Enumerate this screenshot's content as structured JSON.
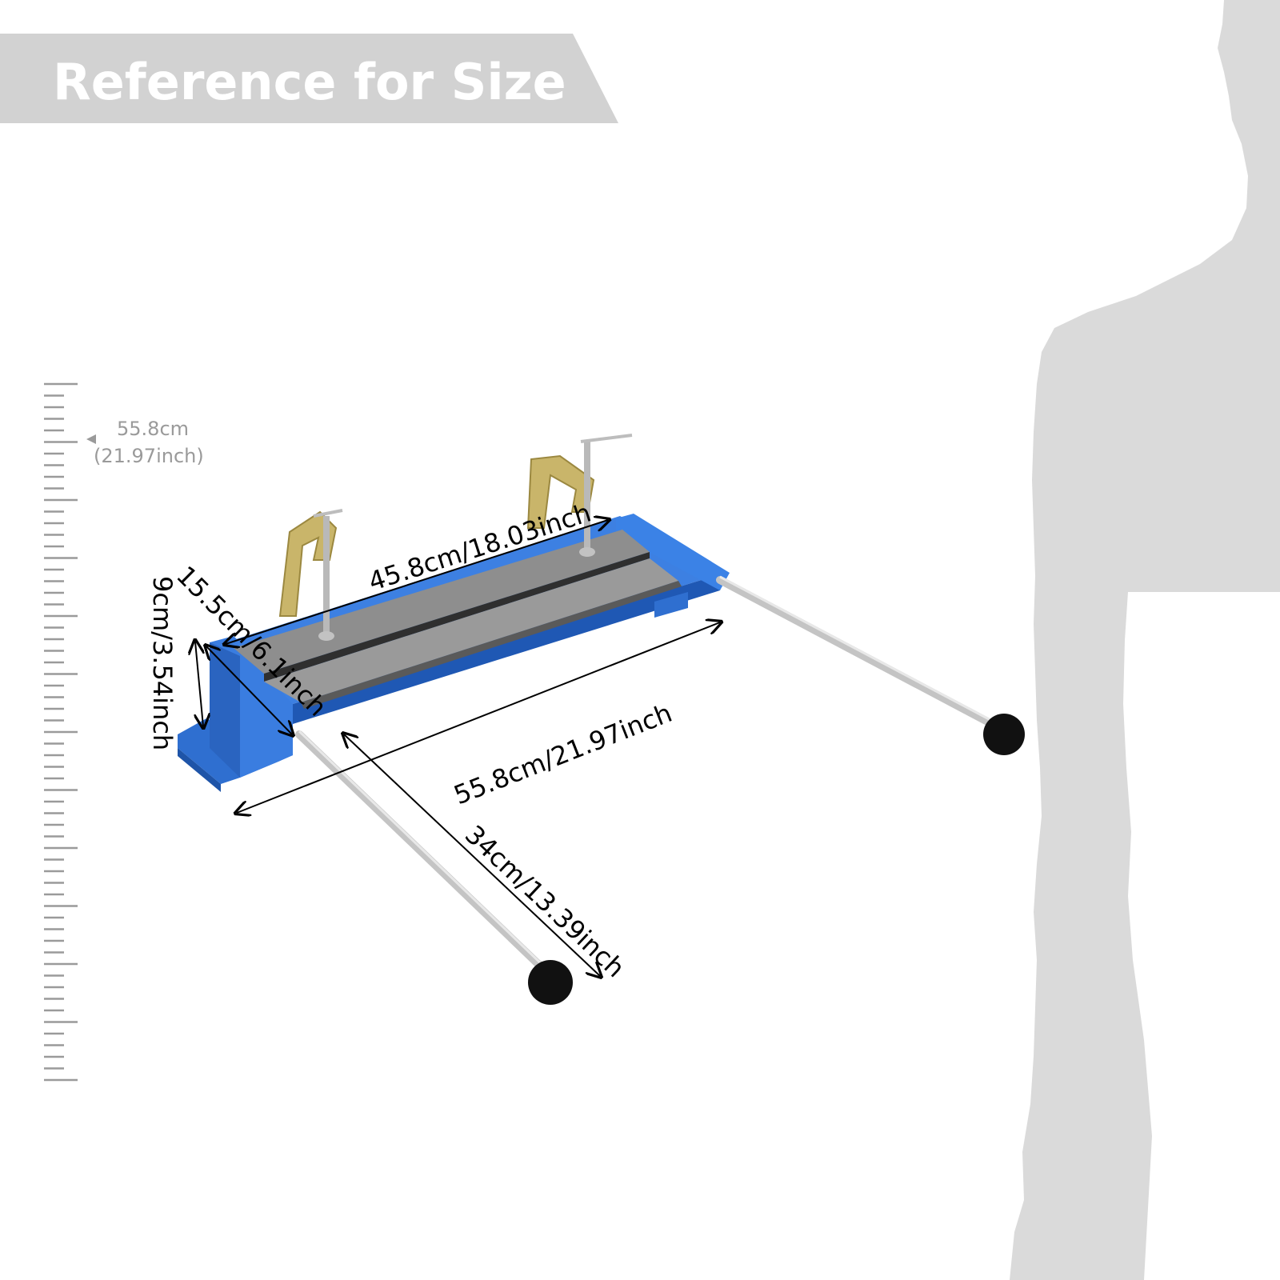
{
  "banner": {
    "title": "Reference for Size"
  },
  "ruler": {
    "height_cm": "55.8cm",
    "height_inch": "(21.97inch)"
  },
  "dimensions": {
    "top_width": "45.8cm/18.03inch",
    "depth": "15.5cm/6.1inch",
    "height": "9cm/3.54inch",
    "total_length": "55.8cm/21.97inch",
    "handle_length": "34cm/13.39inch"
  },
  "colors": {
    "banner": "#d2d2d2",
    "base": "#2f6fd0",
    "plate": "#8e8e8e",
    "silhouette": "#dadada"
  }
}
